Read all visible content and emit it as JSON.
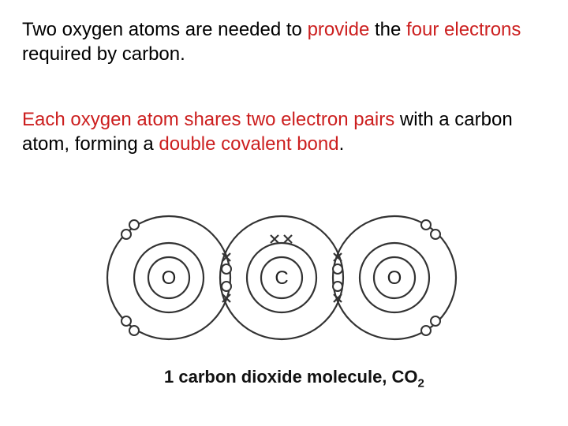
{
  "text": {
    "para1": [
      {
        "text": "Two oxygen atoms",
        "red": false
      },
      {
        "text": " are needed to ",
        "red": false
      },
      {
        "text": "provide",
        "red": true
      },
      {
        "text": " the ",
        "red": false
      },
      {
        "text": "four electrons",
        "red": true
      },
      {
        "text": " required by carbon.",
        "red": false
      }
    ],
    "para2": [
      {
        "text": "Each oxygen atom shares two ",
        "red": true
      },
      {
        "text": "electron pairs",
        "red": true
      },
      {
        "text": " with a carbon atom, forming a ",
        "red": false
      },
      {
        "text": "double covalent bond",
        "red": true
      },
      {
        "text": ".",
        "red": false
      }
    ]
  },
  "diagram": {
    "atoms": [
      {
        "symbol": "O",
        "role": "oxygen-left"
      },
      {
        "symbol": "C",
        "role": "carbon"
      },
      {
        "symbol": "O",
        "role": "oxygen-right"
      }
    ],
    "caption": {
      "main": "1 carbon dioxide molecule, CO",
      "subscript": "2"
    }
  },
  "colors": {
    "highlight": "#cc1f1f",
    "text": "#000000",
    "line": "#333333"
  }
}
